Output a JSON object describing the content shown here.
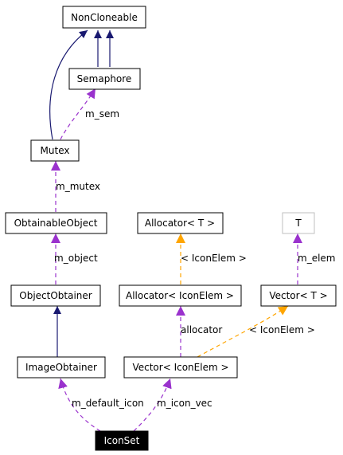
{
  "colors": {
    "inherit": "#191970",
    "member": "#9a32cd",
    "template": "#ffa500",
    "node_border": "#000000",
    "node_border_light": "#bfbfbf",
    "focus_fill": "#000000",
    "focus_text": "#ffffff"
  },
  "nodes": {
    "noncloneable": "NonCloneable",
    "semaphore": "Semaphore",
    "mutex": "Mutex",
    "obtainableobject": "ObtainableObject",
    "allocator_t": "Allocator< T >",
    "t": "T",
    "objectobtainer": "ObjectObtainer",
    "allocator_iconelem": "Allocator< IconElem >",
    "vector_t": "Vector< T >",
    "imageobtainer": "ImageObtainer",
    "vector_iconelem": "Vector< IconElem >",
    "iconset": "IconSet"
  },
  "edge_labels": {
    "m_sem": "m_sem",
    "m_mutex": "m_mutex",
    "m_object": "m_object",
    "iconelem_allocator": "< IconElem >",
    "m_elem": "m_elem",
    "allocator": "allocator",
    "iconelem_vector": "< IconElem >",
    "m_default_icon": "m_default_icon",
    "m_icon_vec": "m_icon_vec"
  }
}
